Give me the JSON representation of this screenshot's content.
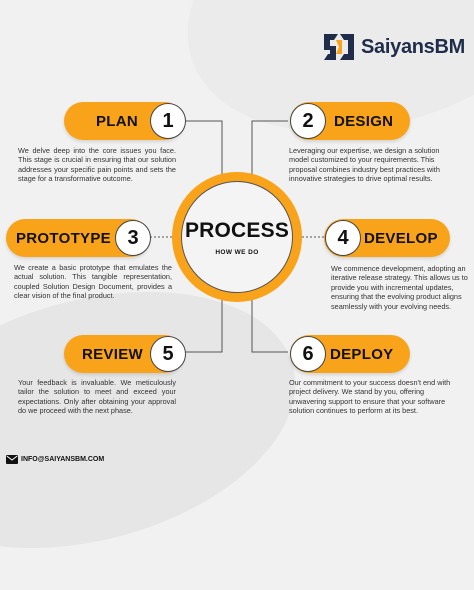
{
  "brand": {
    "name": "SaiyansBM"
  },
  "center": {
    "title": "PROCESS",
    "subtitle": "HOW WE DO"
  },
  "steps": [
    {
      "number": "1",
      "label": "PLAN",
      "description": "We delve deep into the core issues you face. This stage is crucial in ensuring that our solution addresses your specific pain points and sets the stage for a transformative outcome."
    },
    {
      "number": "2",
      "label": "DESIGN",
      "description": "Leveraging our expertise, we design a solution model customized to your requirements. This proposal combines industry best practices with innovative strategies to drive optimal results."
    },
    {
      "number": "3",
      "label": "PROTOTYPE",
      "description": "We create a basic prototype that emulates the actual solution. This tangible representation, coupled Solution Design Document, provides a clear vision of the final product."
    },
    {
      "number": "4",
      "label": "DEVELOP",
      "description": "We commence development, adopting an iterative release strategy. This allows us to provide you with incremental updates, ensuring that the evolving product aligns seamlessly with your evolving needs."
    },
    {
      "number": "5",
      "label": "REVIEW",
      "description": "Your feedback is invaluable. We meticulously tailor the solution to meet and exceed your expectations. Only after obtaining your approval do we proceed with the next phase."
    },
    {
      "number": "6",
      "label": "DEPLOY",
      "description": "Our commitment to your success doesn't end with project delivery. We stand by you, offering unwavering support to ensure that your software solution continues to perform at its best."
    }
  ],
  "footer": {
    "email": "INFO@SAIYANSBM.COM"
  },
  "colors": {
    "accent": "#f8a31a",
    "navy": "#1f2d4b",
    "background": "#f1f1f1"
  }
}
